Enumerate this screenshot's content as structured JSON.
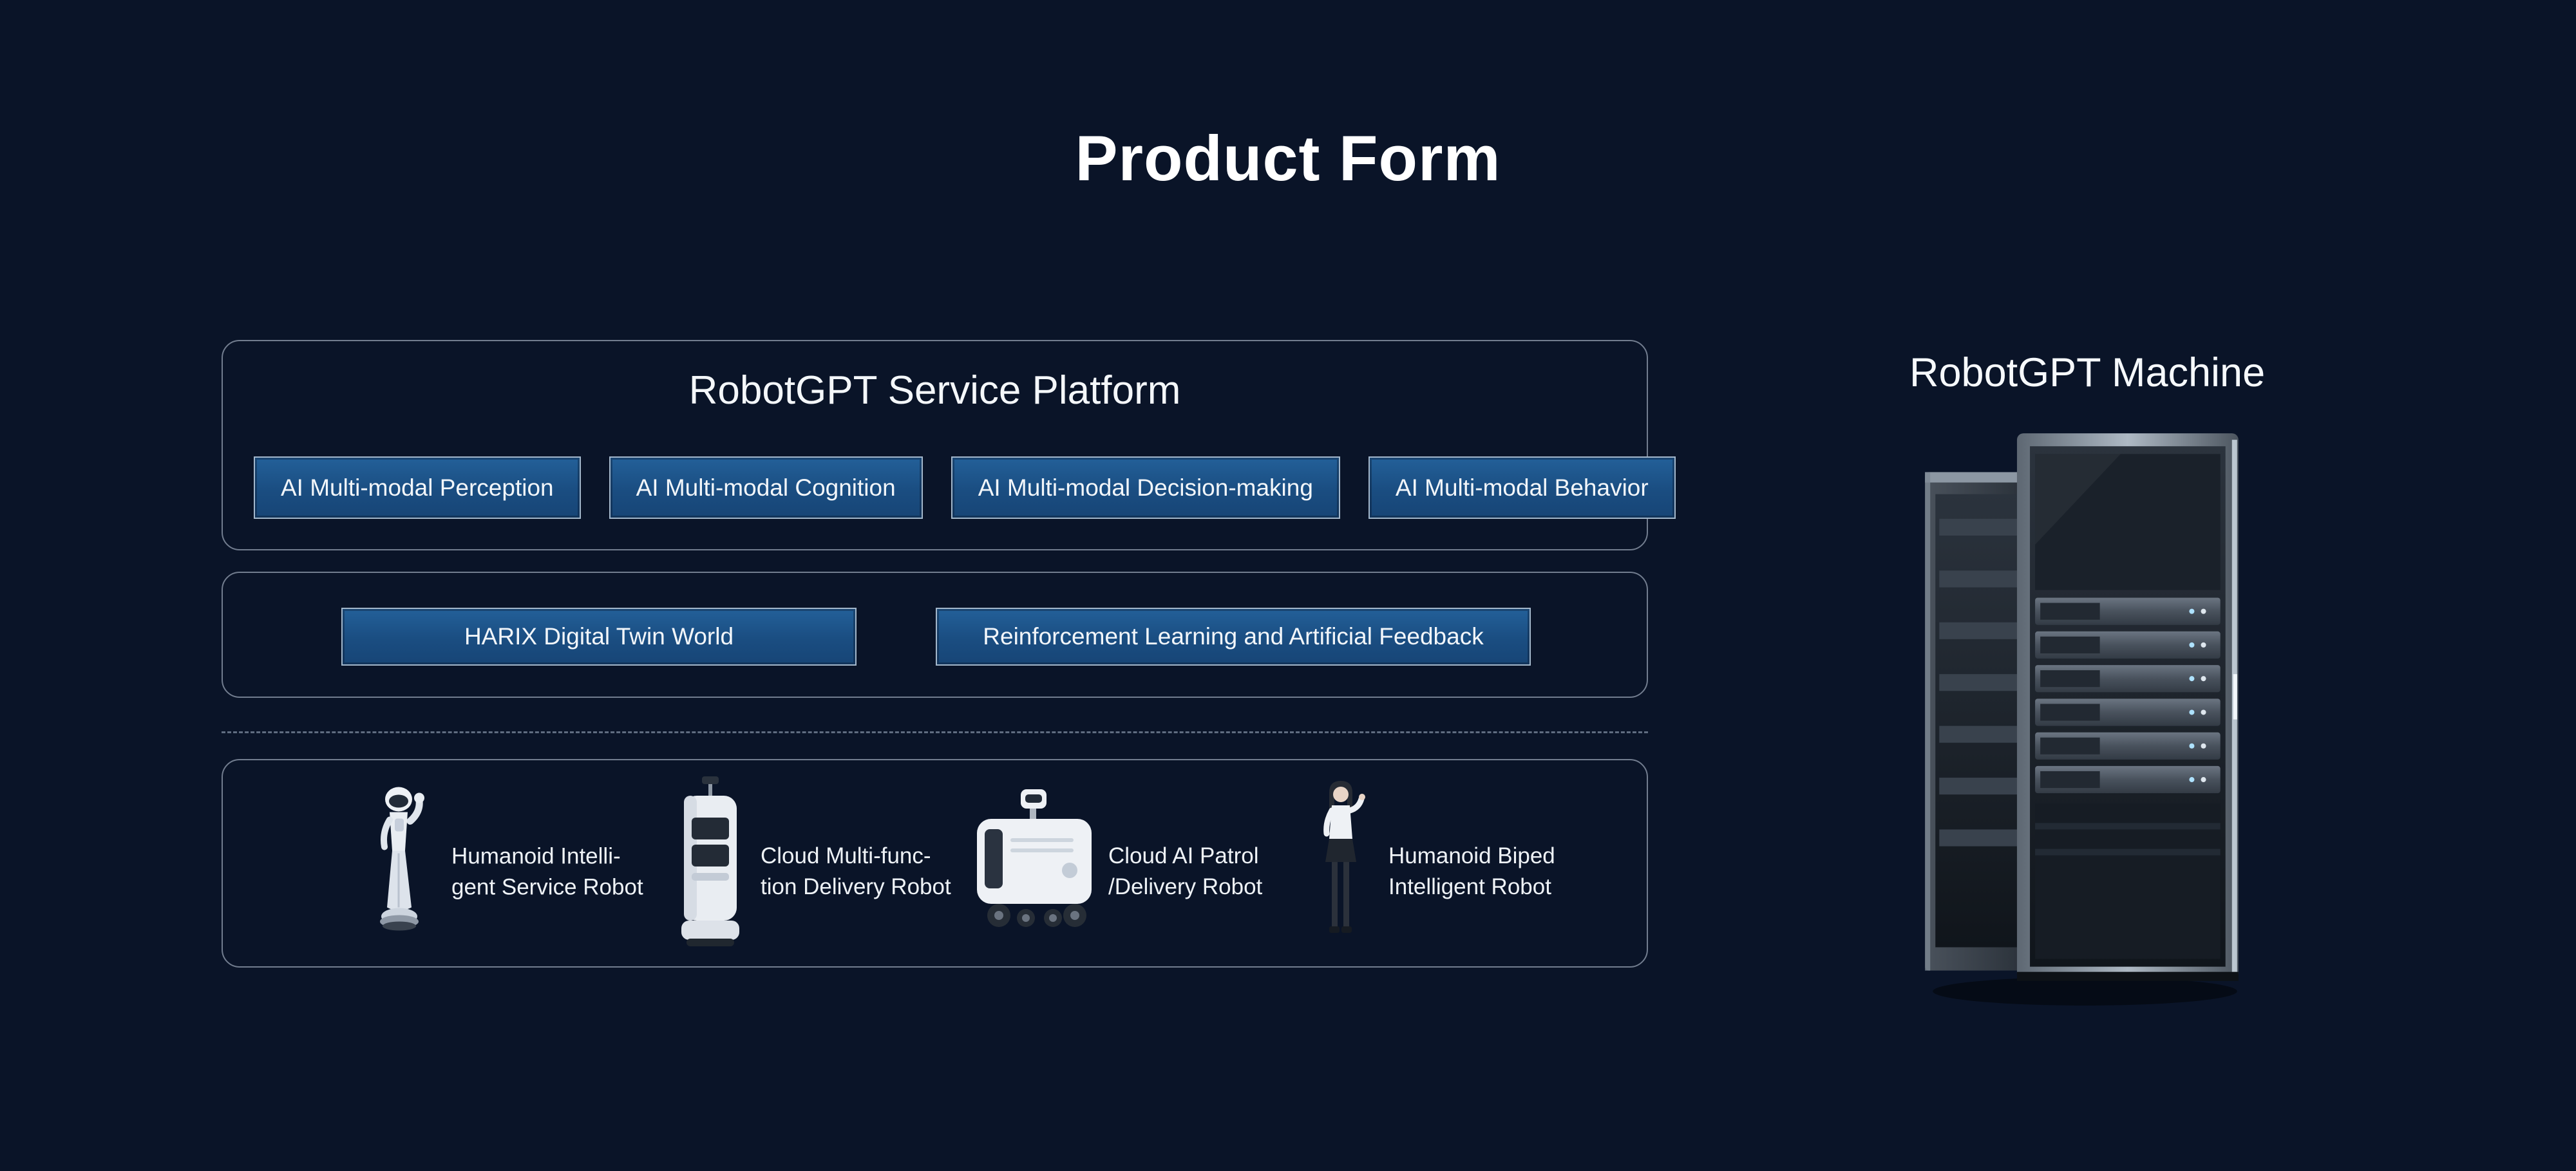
{
  "page": {
    "title": "Product Form"
  },
  "platform": {
    "title": "RobotGPT Service Platform",
    "modules": [
      {
        "label": "AI Multi-modal Perception"
      },
      {
        "label": "AI Multi-modal Cognition"
      },
      {
        "label": "AI Multi-modal Decision-making"
      },
      {
        "label": "AI Multi-modal Behavior"
      }
    ]
  },
  "capabilities": {
    "items": [
      {
        "label": "HARIX Digital Twin World"
      },
      {
        "label": "Reinforcement Learning and Artificial Feedback"
      }
    ]
  },
  "robots": {
    "items": [
      {
        "icon": "humanoid-intelligent-service-robot-image",
        "lines": [
          "Humanoid Intelli-",
          "gent Service Robot"
        ]
      },
      {
        "icon": "cloud-multi-function-delivery-robot-image",
        "lines": [
          "Cloud Multi-func-",
          "tion Delivery Robot"
        ]
      },
      {
        "icon": "cloud-ai-patrol-delivery-robot-image",
        "lines": [
          "Cloud AI Patrol",
          "/Delivery Robot"
        ]
      },
      {
        "icon": "humanoid-biped-intelligent-robot-image",
        "lines": [
          "Humanoid Biped",
          "Intelligent Robot"
        ]
      }
    ]
  },
  "machine": {
    "title": "RobotGPT Machine"
  },
  "colors": {
    "background": "#0a1428",
    "panel_border": "#c8d4e4",
    "chip_fill": "#1a4d81",
    "chip_border": "#a3b7cb",
    "text": "#ffffff"
  }
}
